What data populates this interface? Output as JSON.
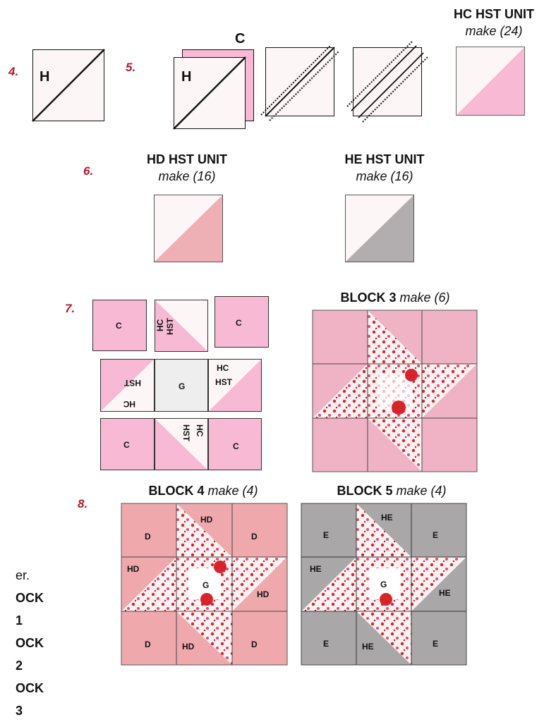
{
  "steps": {
    "s4": "4.",
    "s5": "5.",
    "s6": "6.",
    "s7": "7.",
    "s8": "8."
  },
  "hc_unit": {
    "title": "HC HST UNIT",
    "make": "make (24)"
  },
  "hd_unit": {
    "title": "HD HST UNIT",
    "make": "make (16)"
  },
  "he_unit": {
    "title": "HE HST UNIT",
    "make": "make (16)"
  },
  "block3": {
    "title": "BLOCK 3",
    "make": "make (6)"
  },
  "block4": {
    "title": "BLOCK 4",
    "make": "make (4)"
  },
  "block5": {
    "title": "BLOCK 5",
    "make": "make (4)"
  },
  "labels": {
    "H": "H",
    "C": "C",
    "G": "G",
    "D": "D",
    "E": "E",
    "HC": "HC",
    "HST": "HST",
    "HD": "HD",
    "HE": "HE"
  },
  "side_text": {
    "line0": "er.",
    "line1": "OCK 1",
    "line2": "OCK 2",
    "line3": "OCK 3"
  },
  "colors": {
    "pink": "#f7b9d3",
    "light": "#fdf6f7",
    "hd_pink": "#efb0b5",
    "gray": "#b2adaf",
    "accent_red": "#b11a2a"
  }
}
